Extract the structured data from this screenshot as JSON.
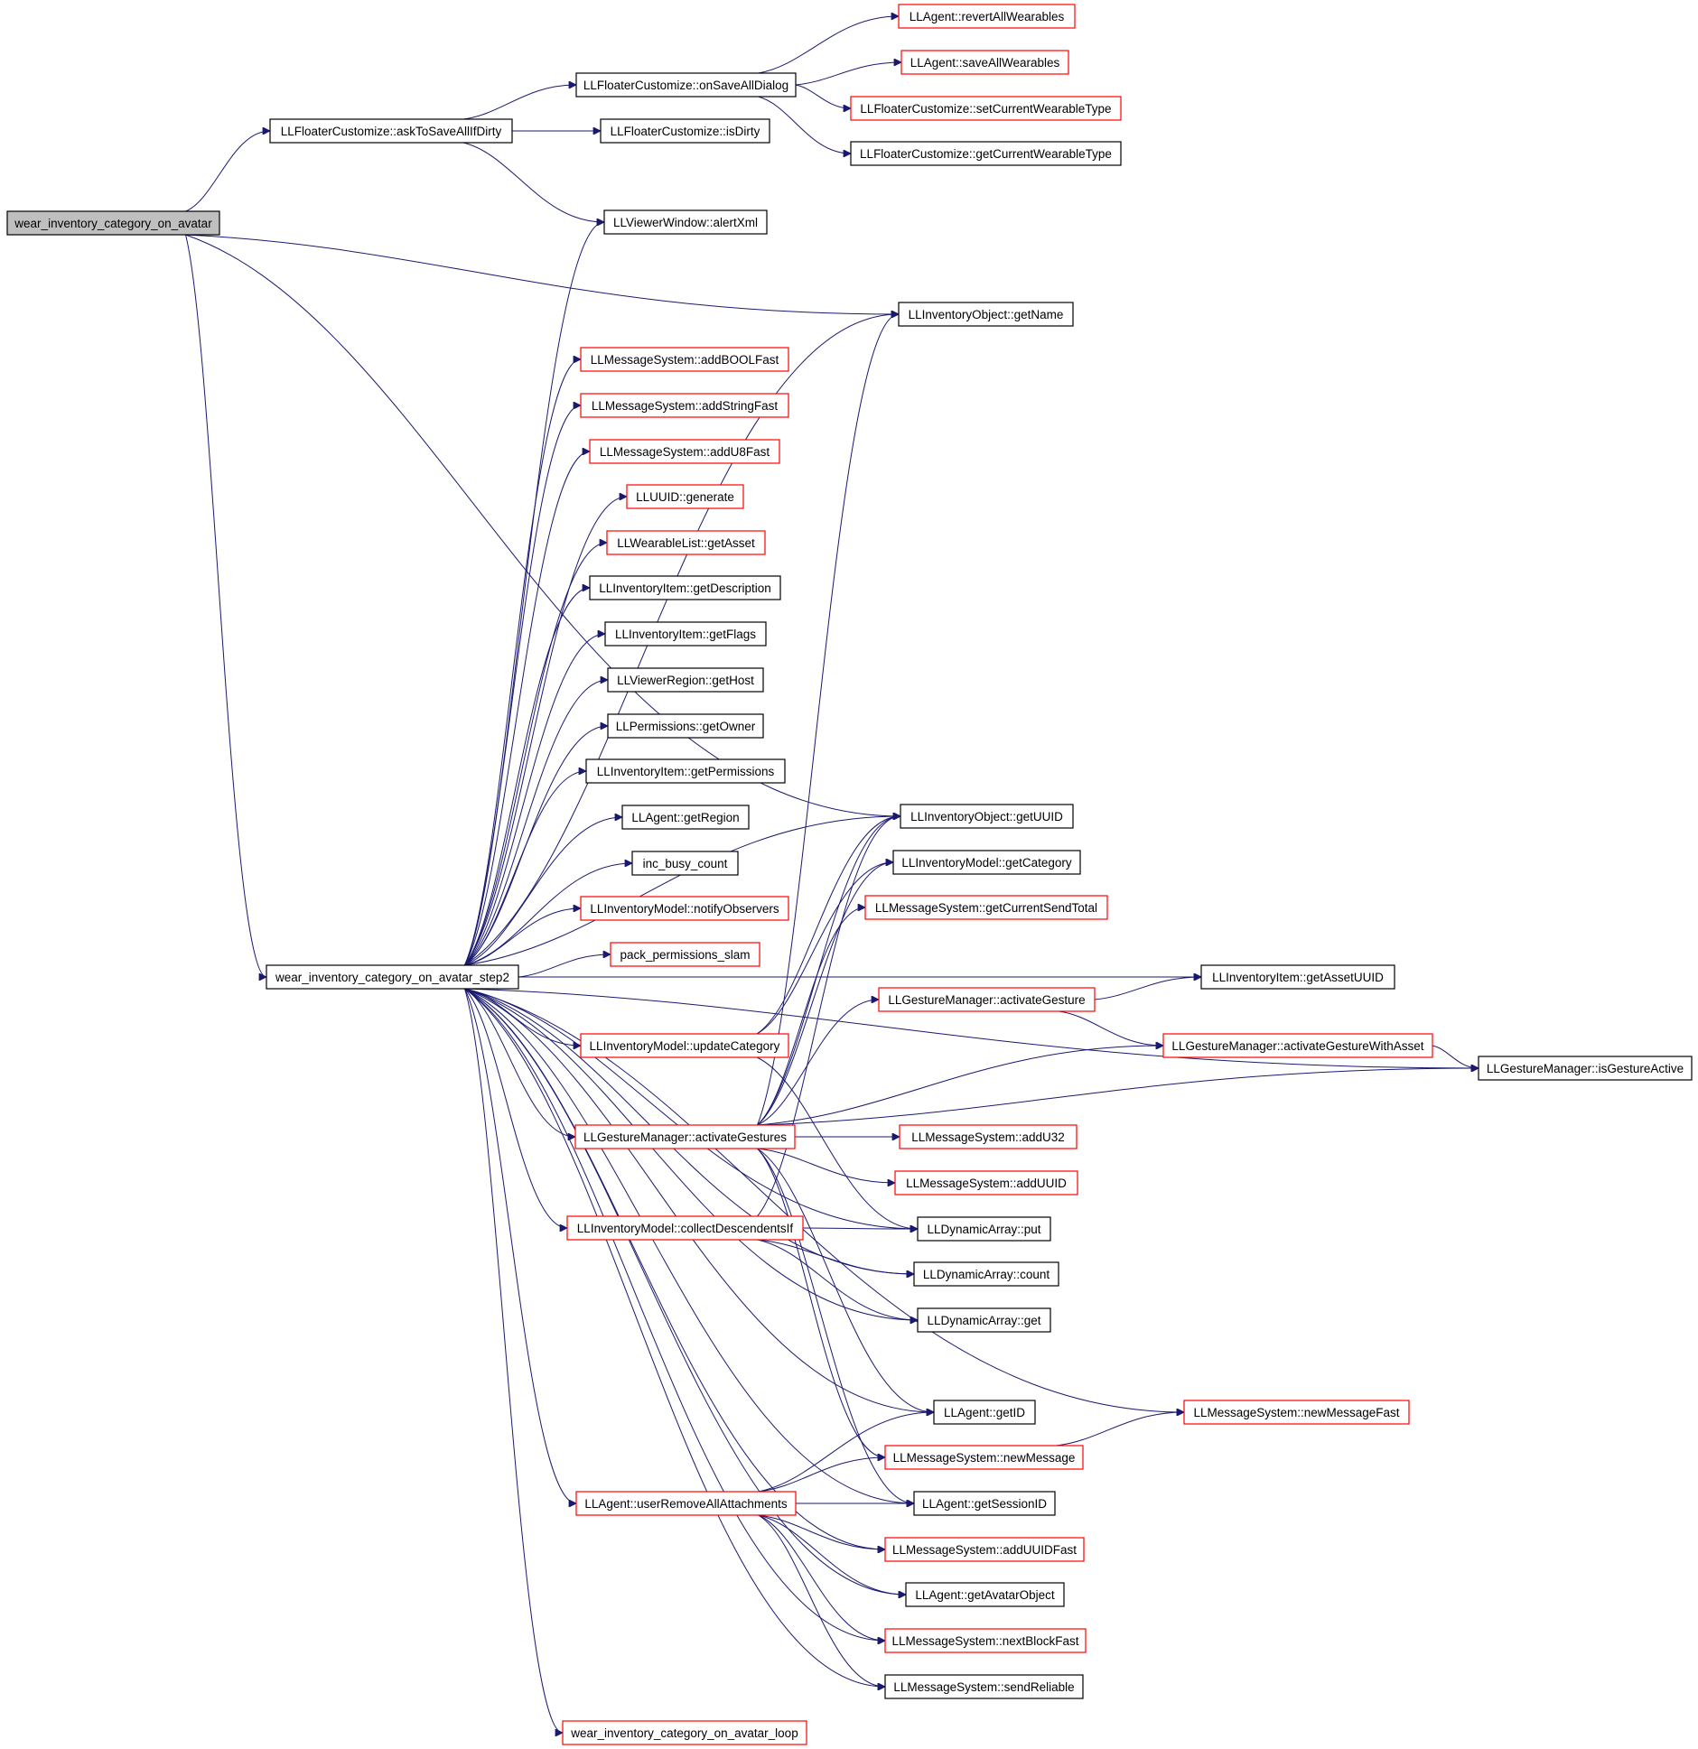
{
  "colors": {
    "edge": "#191970",
    "border_documented": "#000000",
    "border_undocumented": "#ff0000",
    "highlight_fill": "#bfbfbf",
    "background": "#ffffff"
  },
  "nodes": [
    {
      "id": "wear_root",
      "label": "wear_inventory_category_on_avatar",
      "style": "highlight"
    },
    {
      "id": "askToSave",
      "label": "LLFloaterCustomize::askToSaveAllIfDirty",
      "style": "black"
    },
    {
      "id": "onSaveAll",
      "label": "LLFloaterCustomize::onSaveAllDialog",
      "style": "black"
    },
    {
      "id": "revertAll",
      "label": "LLAgent::revertAllWearables",
      "style": "red"
    },
    {
      "id": "saveAll",
      "label": "LLAgent::saveAllWearables",
      "style": "red"
    },
    {
      "id": "setCurWT",
      "label": "LLFloaterCustomize::setCurrentWearableType",
      "style": "red"
    },
    {
      "id": "getCurWT",
      "label": "LLFloaterCustomize::getCurrentWearableType",
      "style": "black"
    },
    {
      "id": "isDirty",
      "label": "LLFloaterCustomize::isDirty",
      "style": "black"
    },
    {
      "id": "alertXml",
      "label": "LLViewerWindow::alertXml",
      "style": "black"
    },
    {
      "id": "invObjGetName",
      "label": "LLInventoryObject::getName",
      "style": "black"
    },
    {
      "id": "addBOOLFast",
      "label": "LLMessageSystem::addBOOLFast",
      "style": "red"
    },
    {
      "id": "addStringFast",
      "label": "LLMessageSystem::addStringFast",
      "style": "red"
    },
    {
      "id": "addU8Fast",
      "label": "LLMessageSystem::addU8Fast",
      "style": "red"
    },
    {
      "id": "uuidGenerate",
      "label": "LLUUID::generate",
      "style": "red"
    },
    {
      "id": "wlGetAsset",
      "label": "LLWearableList::getAsset",
      "style": "red"
    },
    {
      "id": "itemGetDesc",
      "label": "LLInventoryItem::getDescription",
      "style": "black"
    },
    {
      "id": "itemGetFlags",
      "label": "LLInventoryItem::getFlags",
      "style": "black"
    },
    {
      "id": "regionGetHost",
      "label": "LLViewerRegion::getHost",
      "style": "black"
    },
    {
      "id": "permGetOwner",
      "label": "LLPermissions::getOwner",
      "style": "black"
    },
    {
      "id": "itemGetPerms",
      "label": "LLInventoryItem::getPermissions",
      "style": "black"
    },
    {
      "id": "agentGetRegion",
      "label": "LLAgent::getRegion",
      "style": "black"
    },
    {
      "id": "incBusy",
      "label": "inc_busy_count",
      "style": "black"
    },
    {
      "id": "notifyObs",
      "label": "LLInventoryModel::notifyObservers",
      "style": "red"
    },
    {
      "id": "packPerms",
      "label": "pack_permissions_slam",
      "style": "red"
    },
    {
      "id": "step2",
      "label": "wear_inventory_category_on_avatar_step2",
      "style": "black"
    },
    {
      "id": "invObjGetUUID",
      "label": "LLInventoryObject::getUUID",
      "style": "black"
    },
    {
      "id": "modelGetCat",
      "label": "LLInventoryModel::getCategory",
      "style": "black"
    },
    {
      "id": "getCurSendTotal",
      "label": "LLMessageSystem::getCurrentSendTotal",
      "style": "red"
    },
    {
      "id": "itemGetAssetUUID",
      "label": "LLInventoryItem::getAssetUUID",
      "style": "black"
    },
    {
      "id": "gmActivateGesture",
      "label": "LLGestureManager::activateGesture",
      "style": "red"
    },
    {
      "id": "updateCat",
      "label": "LLInventoryModel::updateCategory",
      "style": "red"
    },
    {
      "id": "gmActivateWithAsset",
      "label": "LLGestureManager::activateGestureWithAsset",
      "style": "red"
    },
    {
      "id": "gmIsActive",
      "label": "LLGestureManager::isGestureActive",
      "style": "black"
    },
    {
      "id": "gmActivateGestures",
      "label": "LLGestureManager::activateGestures",
      "style": "red"
    },
    {
      "id": "addU32",
      "label": "LLMessageSystem::addU32",
      "style": "red"
    },
    {
      "id": "addUUID",
      "label": "LLMessageSystem::addUUID",
      "style": "red"
    },
    {
      "id": "collectDesc",
      "label": "LLInventoryModel::collectDescendentsIf",
      "style": "red"
    },
    {
      "id": "daPut",
      "label": "LLDynamicArray::put",
      "style": "black"
    },
    {
      "id": "daCount",
      "label": "LLDynamicArray::count",
      "style": "black"
    },
    {
      "id": "daGet",
      "label": "LLDynamicArray::get",
      "style": "black"
    },
    {
      "id": "agentGetID",
      "label": "LLAgent::getID",
      "style": "black"
    },
    {
      "id": "newMsgFast",
      "label": "LLMessageSystem::newMessageFast",
      "style": "red"
    },
    {
      "id": "newMsg",
      "label": "LLMessageSystem::newMessage",
      "style": "red"
    },
    {
      "id": "userRemoveAtt",
      "label": "LLAgent::userRemoveAllAttachments",
      "style": "red"
    },
    {
      "id": "agentGetSession",
      "label": "LLAgent::getSessionID",
      "style": "black"
    },
    {
      "id": "addUUIDFast",
      "label": "LLMessageSystem::addUUIDFast",
      "style": "red"
    },
    {
      "id": "agentGetAvatar",
      "label": "LLAgent::getAvatarObject",
      "style": "black"
    },
    {
      "id": "nextBlockFast",
      "label": "LLMessageSystem::nextBlockFast",
      "style": "red"
    },
    {
      "id": "sendReliable",
      "label": "LLMessageSystem::sendReliable",
      "style": "black"
    },
    {
      "id": "loop",
      "label": "wear_inventory_category_on_avatar_loop",
      "style": "red"
    }
  ],
  "edges": [
    [
      "wear_root",
      "askToSave"
    ],
    [
      "wear_root",
      "invObjGetName"
    ],
    [
      "wear_root",
      "invObjGetUUID"
    ],
    [
      "wear_root",
      "step2"
    ],
    [
      "askToSave",
      "onSaveAll"
    ],
    [
      "askToSave",
      "isDirty"
    ],
    [
      "askToSave",
      "alertXml"
    ],
    [
      "onSaveAll",
      "revertAll"
    ],
    [
      "onSaveAll",
      "saveAll"
    ],
    [
      "onSaveAll",
      "setCurWT"
    ],
    [
      "onSaveAll",
      "getCurWT"
    ],
    [
      "step2",
      "alertXml"
    ],
    [
      "step2",
      "invObjGetName"
    ],
    [
      "step2",
      "addBOOLFast"
    ],
    [
      "step2",
      "addStringFast"
    ],
    [
      "step2",
      "addU8Fast"
    ],
    [
      "step2",
      "uuidGenerate"
    ],
    [
      "step2",
      "wlGetAsset"
    ],
    [
      "step2",
      "itemGetDesc"
    ],
    [
      "step2",
      "itemGetFlags"
    ],
    [
      "step2",
      "regionGetHost"
    ],
    [
      "step2",
      "permGetOwner"
    ],
    [
      "step2",
      "itemGetPerms"
    ],
    [
      "step2",
      "agentGetRegion"
    ],
    [
      "step2",
      "incBusy"
    ],
    [
      "step2",
      "notifyObs"
    ],
    [
      "step2",
      "packPerms"
    ],
    [
      "step2",
      "invObjGetUUID"
    ],
    [
      "step2",
      "updateCat"
    ],
    [
      "step2",
      "gmActivateGestures"
    ],
    [
      "step2",
      "collectDesc"
    ],
    [
      "step2",
      "daPut"
    ],
    [
      "step2",
      "daCount"
    ],
    [
      "step2",
      "daGet"
    ],
    [
      "step2",
      "newMsgFast"
    ],
    [
      "step2",
      "agentGetID"
    ],
    [
      "step2",
      "userRemoveAtt"
    ],
    [
      "step2",
      "agentGetSession"
    ],
    [
      "step2",
      "addUUIDFast"
    ],
    [
      "step2",
      "agentGetAvatar"
    ],
    [
      "step2",
      "nextBlockFast"
    ],
    [
      "step2",
      "sendReliable"
    ],
    [
      "step2",
      "loop"
    ],
    [
      "updateCat",
      "invObjGetUUID"
    ],
    [
      "updateCat",
      "modelGetCat"
    ],
    [
      "updateCat",
      "daPut"
    ],
    [
      "gmActivateGestures",
      "invObjGetName"
    ],
    [
      "gmActivateGestures",
      "invObjGetUUID"
    ],
    [
      "gmActivateGestures",
      "modelGetCat"
    ],
    [
      "gmActivateGestures",
      "getCurSendTotal"
    ],
    [
      "gmActivateGestures",
      "gmActivateGesture"
    ],
    [
      "gmActivateGestures",
      "gmActivateWithAsset"
    ],
    [
      "gmActivateGestures",
      "gmIsActive"
    ],
    [
      "gmActivateGestures",
      "addU32"
    ],
    [
      "gmActivateGestures",
      "addUUID"
    ],
    [
      "gmActivateGestures",
      "agentGetID"
    ],
    [
      "gmActivateGestures",
      "newMsg"
    ],
    [
      "gmActivateGestures",
      "agentGetSession"
    ],
    [
      "gmActivateGesture",
      "itemGetAssetUUID"
    ],
    [
      "gmActivateGesture",
      "gmActivateWithAsset"
    ],
    [
      "gmActivateWithAsset",
      "gmIsActive"
    ],
    [
      "collectDesc",
      "invObjGetUUID"
    ],
    [
      "collectDesc",
      "daPut"
    ],
    [
      "collectDesc",
      "daCount"
    ],
    [
      "collectDesc",
      "daGet"
    ],
    [
      "userRemoveAtt",
      "agentGetID"
    ],
    [
      "userRemoveAtt",
      "newMsg"
    ],
    [
      "userRemoveAtt",
      "agentGetSession"
    ],
    [
      "userRemoveAtt",
      "addUUIDFast"
    ],
    [
      "userRemoveAtt",
      "agentGetAvatar"
    ],
    [
      "userRemoveAtt",
      "nextBlockFast"
    ],
    [
      "userRemoveAtt",
      "sendReliable"
    ],
    [
      "newMsg",
      "newMsgFast"
    ],
    [
      "step2",
      "itemGetAssetUUID"
    ],
    [
      "step2",
      "gmIsActive"
    ]
  ]
}
